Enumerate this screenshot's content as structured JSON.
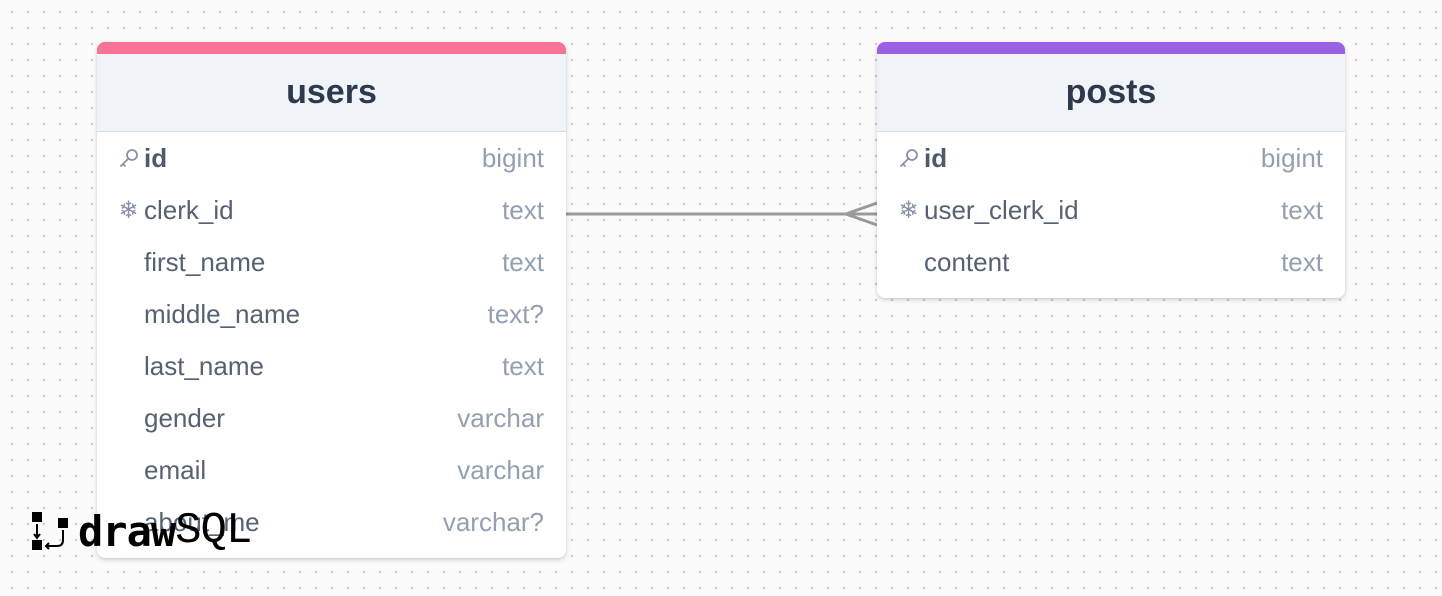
{
  "colors": {
    "users_accent": "#fa7297",
    "posts_accent": "#9a61e4",
    "connector": "#9a9a9a"
  },
  "tables": {
    "users": {
      "title": "users",
      "columns": [
        {
          "name": "id",
          "type": "bigint",
          "icon": "key-icon",
          "primary": true
        },
        {
          "name": "clerk_id",
          "type": "text",
          "icon": "snowflake-icon"
        },
        {
          "name": "first_name",
          "type": "text"
        },
        {
          "name": "middle_name",
          "type": "text?"
        },
        {
          "name": "last_name",
          "type": "text"
        },
        {
          "name": "gender",
          "type": "varchar"
        },
        {
          "name": "email",
          "type": "varchar"
        },
        {
          "name": "about_me",
          "type": "varchar?"
        }
      ]
    },
    "posts": {
      "title": "posts",
      "columns": [
        {
          "name": "id",
          "type": "bigint",
          "icon": "key-icon",
          "primary": true
        },
        {
          "name": "user_clerk_id",
          "type": "text",
          "icon": "snowflake-icon"
        },
        {
          "name": "content",
          "type": "text"
        }
      ]
    }
  },
  "relationship": {
    "from": "users.clerk_id",
    "to": "posts.user_clerk_id",
    "cardinality": "one-to-many"
  },
  "branding": {
    "draw": "draw",
    "sql": "SQL"
  }
}
